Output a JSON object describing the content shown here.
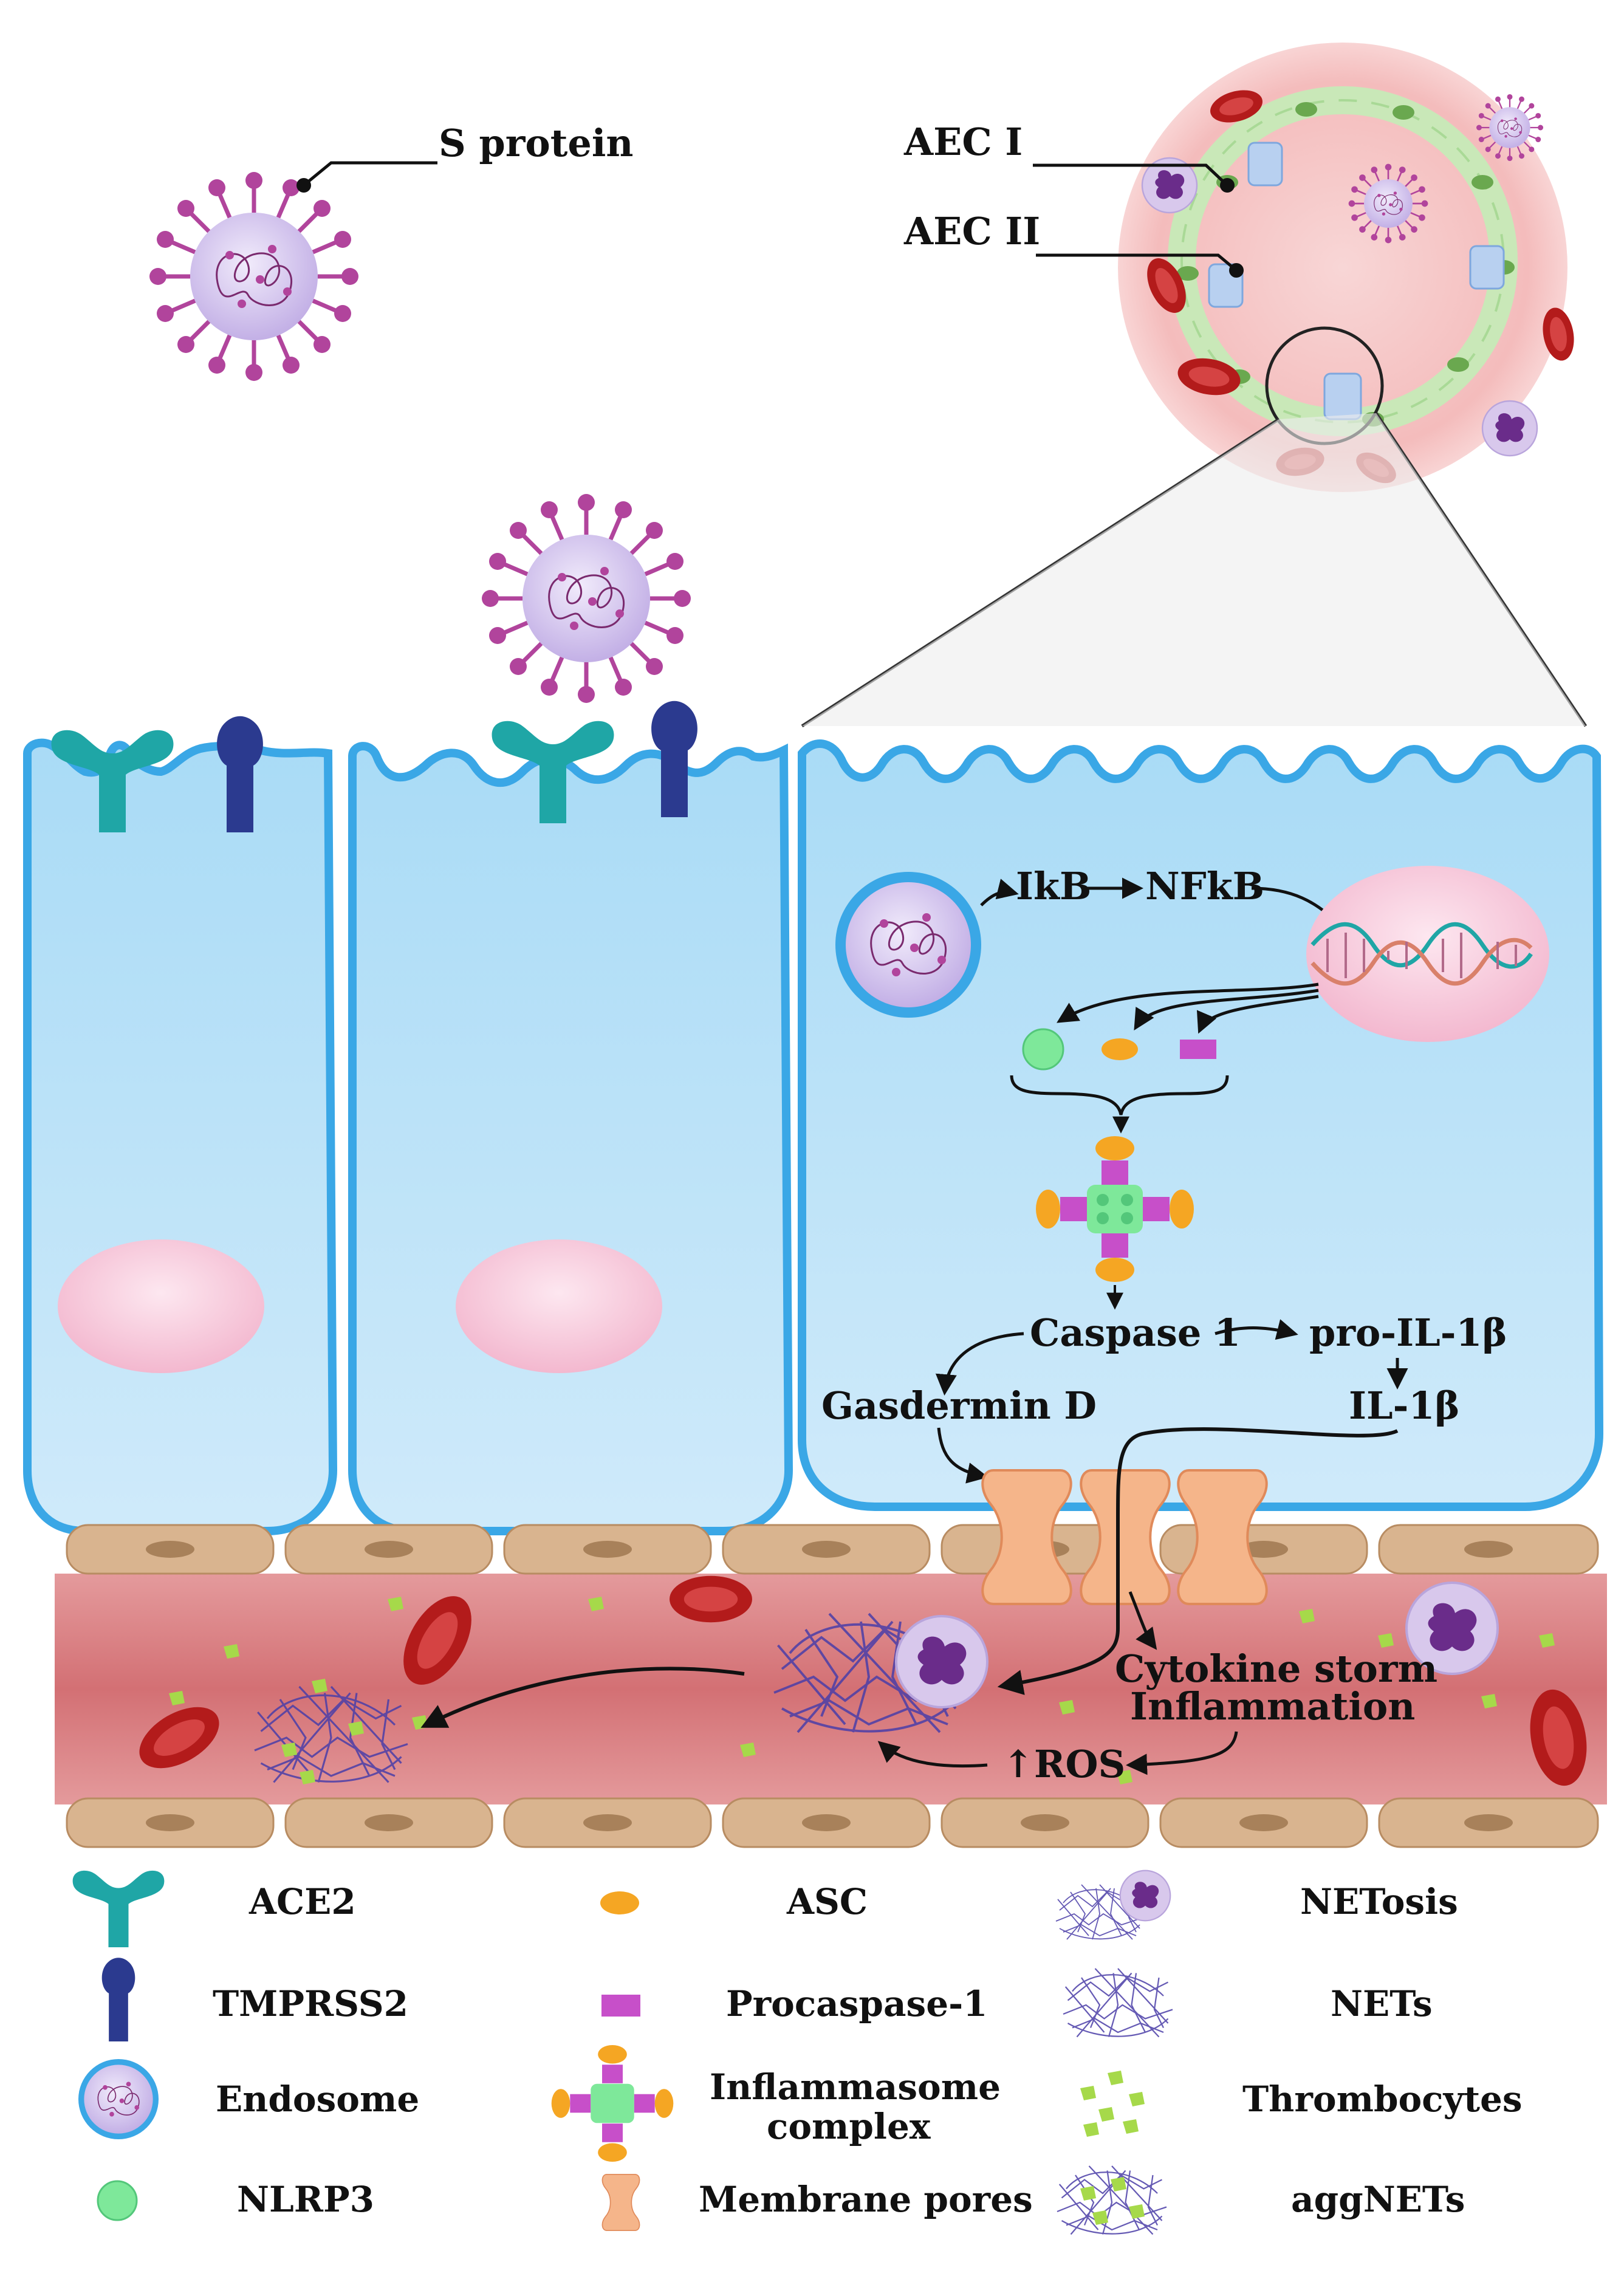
{
  "labels": {
    "s_protein": "S protein",
    "aec1": "AEC I",
    "aec2": "AEC II",
    "ikb": "IkB",
    "nfkb": "NFkB",
    "caspase1": "Caspase 1",
    "pro_il1b": "pro-IL-1β",
    "il1b": "IL-1β",
    "gasdermin": "Gasdermin D",
    "cytokine_storm": "Cytokine storm",
    "inflammation": "Inflammation",
    "ros": "↑ROS"
  },
  "legend": {
    "ace2": "ACE2",
    "tmprss2": "TMPRSS2",
    "endosome": "Endosome",
    "nlrp3": "NLRP3",
    "asc": "ASC",
    "procaspase": "Procaspase-1",
    "inflammasome_line1": "Inflammasome",
    "inflammasome_line2": "complex",
    "pores": "Membrane pores",
    "netosis": "NETosis",
    "nets": "NETs",
    "thrombocytes": "Thrombocytes",
    "aggnets": "aggNETs"
  },
  "colors": {
    "cell_fill": "#bfe3f7",
    "cell_border": "#3aa7e6",
    "nucleus": "#f8c6d8",
    "ace2": "#1fa6a6",
    "tmprss2": "#2b3a8f",
    "virus_body": "#d4c4ee",
    "virus_spike": "#b1449c",
    "nlrp3": "#7ee89a",
    "asc": "#f5a623",
    "procaspase": "#c74fc9",
    "pore": "#f5b58a",
    "vessel": "#d9757a",
    "endothelium": "#d9b48f",
    "rbc": "#b31b1b",
    "nets": "#4b3ea8",
    "platelet": "#a6d94a"
  }
}
